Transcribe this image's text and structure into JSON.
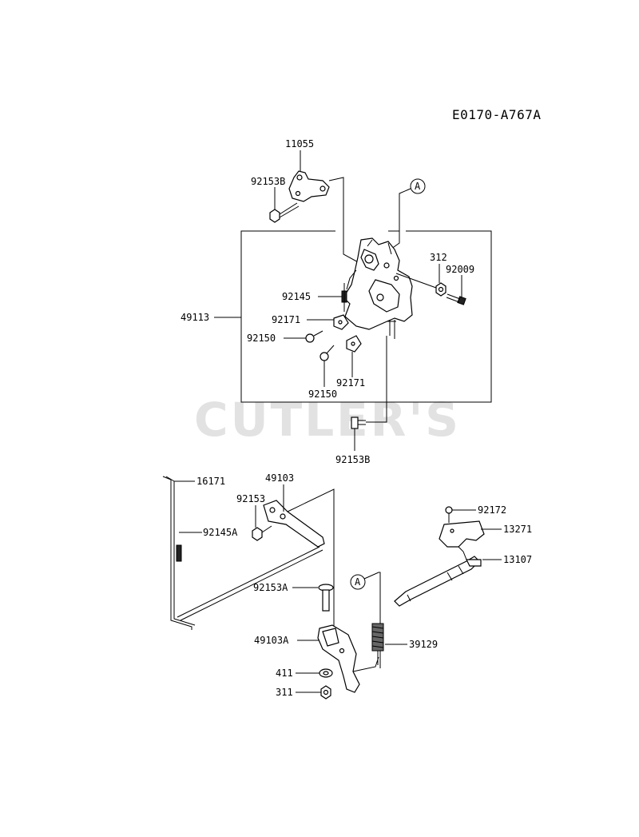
{
  "diagram_code": "E0170-A767A",
  "watermark": "CUTLER'S",
  "ref_marker": "A",
  "callouts": {
    "p11055": "11055",
    "p92153B_top": "92153B",
    "p312": "312",
    "p92009": "92009",
    "p92145": "92145",
    "p49113": "49113",
    "p92171_a": "92171",
    "p92150_a": "92150",
    "p92171_b": "92171",
    "p92150_b": "92150",
    "p92153B_bottom": "92153B",
    "p16171": "16171",
    "p49103": "49103",
    "p92153": "92153",
    "p92145A": "92145A",
    "p92172": "92172",
    "p13271": "13271",
    "p13107": "13107",
    "p92153A": "92153A",
    "p49103A": "49103A",
    "p39129": "39129",
    "p411": "411",
    "p311": "311"
  }
}
